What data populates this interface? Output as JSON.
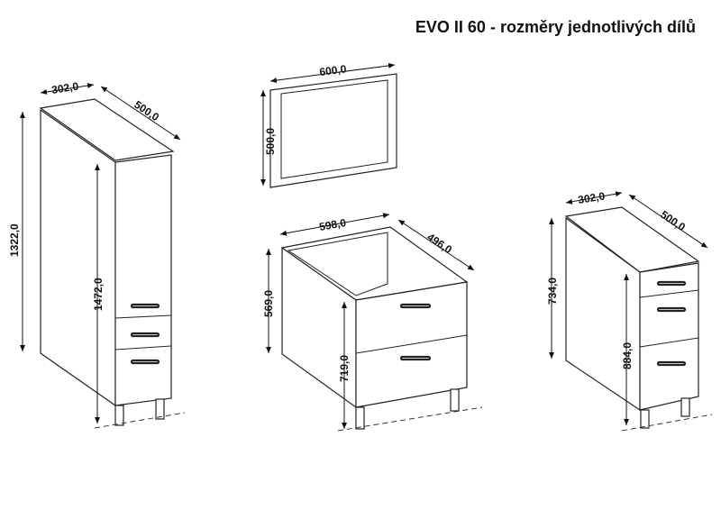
{
  "title": "EVO II 60 - rozměry jednotlivých dílů",
  "tall_cabinet": {
    "width": "302,0",
    "depth": "500,0",
    "side_height": "1322,0",
    "total_height": "1472,0"
  },
  "wall_panel": {
    "width": "600,0",
    "height": "500,0"
  },
  "drawer_cabinet": {
    "width": "598,0",
    "depth": "496,0",
    "side_height": "569,0",
    "total_height": "719,0"
  },
  "narrow_cabinet": {
    "width": "302,0",
    "depth": "500,0",
    "side_height": "734,0",
    "total_height": "884,0"
  }
}
